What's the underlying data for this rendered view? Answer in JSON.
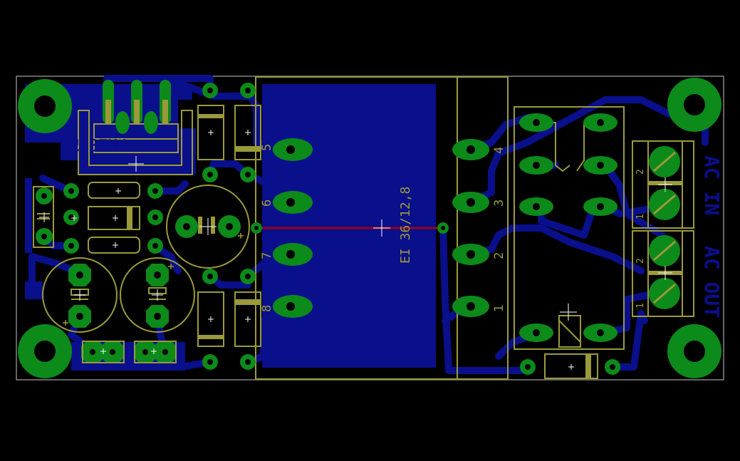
{
  "view": {
    "title": "",
    "colors": {
      "background": "#000000",
      "bottom_copper": "#0a0f8c",
      "top_copper": "#9c0014",
      "pad": "#0c8a1a",
      "drill": "#000000",
      "silkscreen": "#9a9a3a",
      "outline": "#c8c8c8",
      "crosshair": "#ffffff"
    }
  },
  "board": {
    "transformer_label": "EI 36/12,8",
    "regulator_label": "LM7805",
    "regulator_label_display": "LM7805",
    "output_text": "AC OUT",
    "input_text": "AC IN",
    "pin_labels_left": [
      "5",
      "6",
      "7",
      "8"
    ],
    "pin_labels_right": [
      "4",
      "3",
      "2",
      "1"
    ],
    "terminal_labels": [
      "2",
      "1",
      "2",
      "1"
    ]
  }
}
